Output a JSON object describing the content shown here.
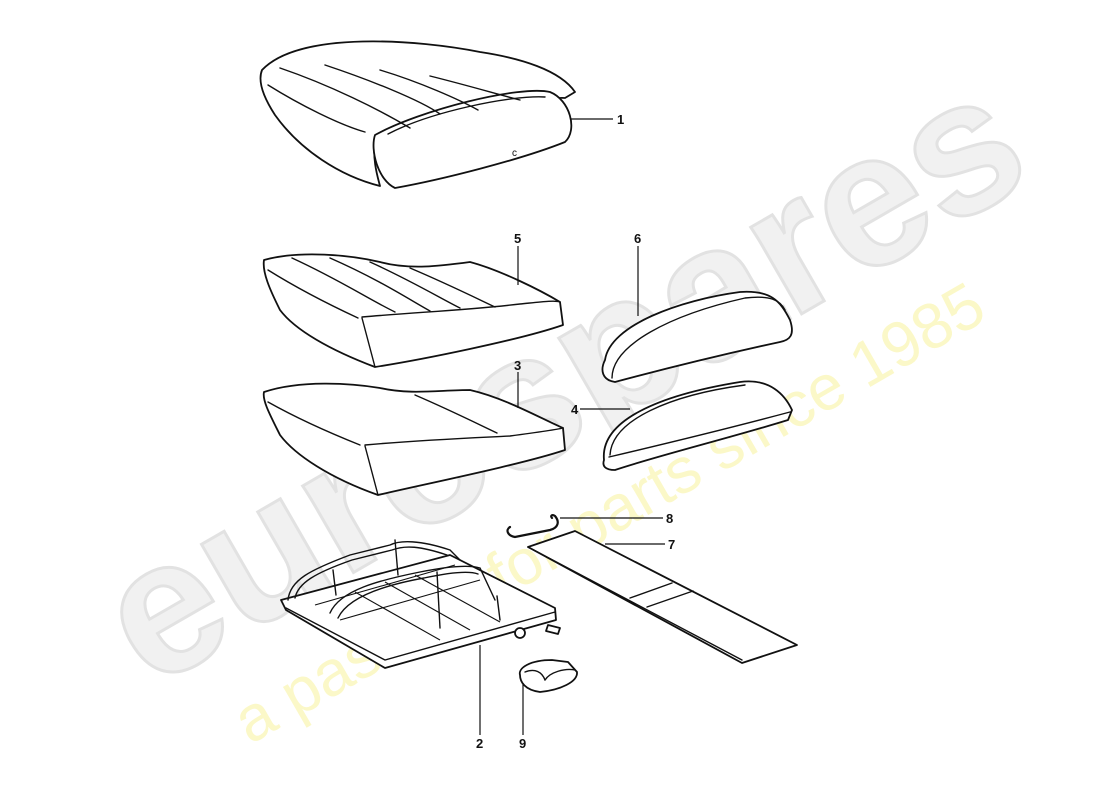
{
  "diagram": {
    "subject": "seat cushion assembly exploded view",
    "watermark": {
      "logo": "eurospares",
      "tagline": "a passion for parts since 1985",
      "logo_color": "#ececec",
      "tagline_color": "#faf6b8"
    },
    "parts": [
      {
        "number": "1",
        "name": "seat cushion cover (complete cushion)"
      },
      {
        "number": "2",
        "name": "seat frame / cushion frame"
      },
      {
        "number": "3",
        "name": "foam padding"
      },
      {
        "number": "4",
        "name": "front padding roll"
      },
      {
        "number": "5",
        "name": "cushion cover"
      },
      {
        "number": "6",
        "name": "front roll cover"
      },
      {
        "number": "7",
        "name": "strip / insert"
      },
      {
        "number": "8",
        "name": "wire clip"
      },
      {
        "number": "9",
        "name": "clip"
      }
    ],
    "detail_mark": "c"
  }
}
